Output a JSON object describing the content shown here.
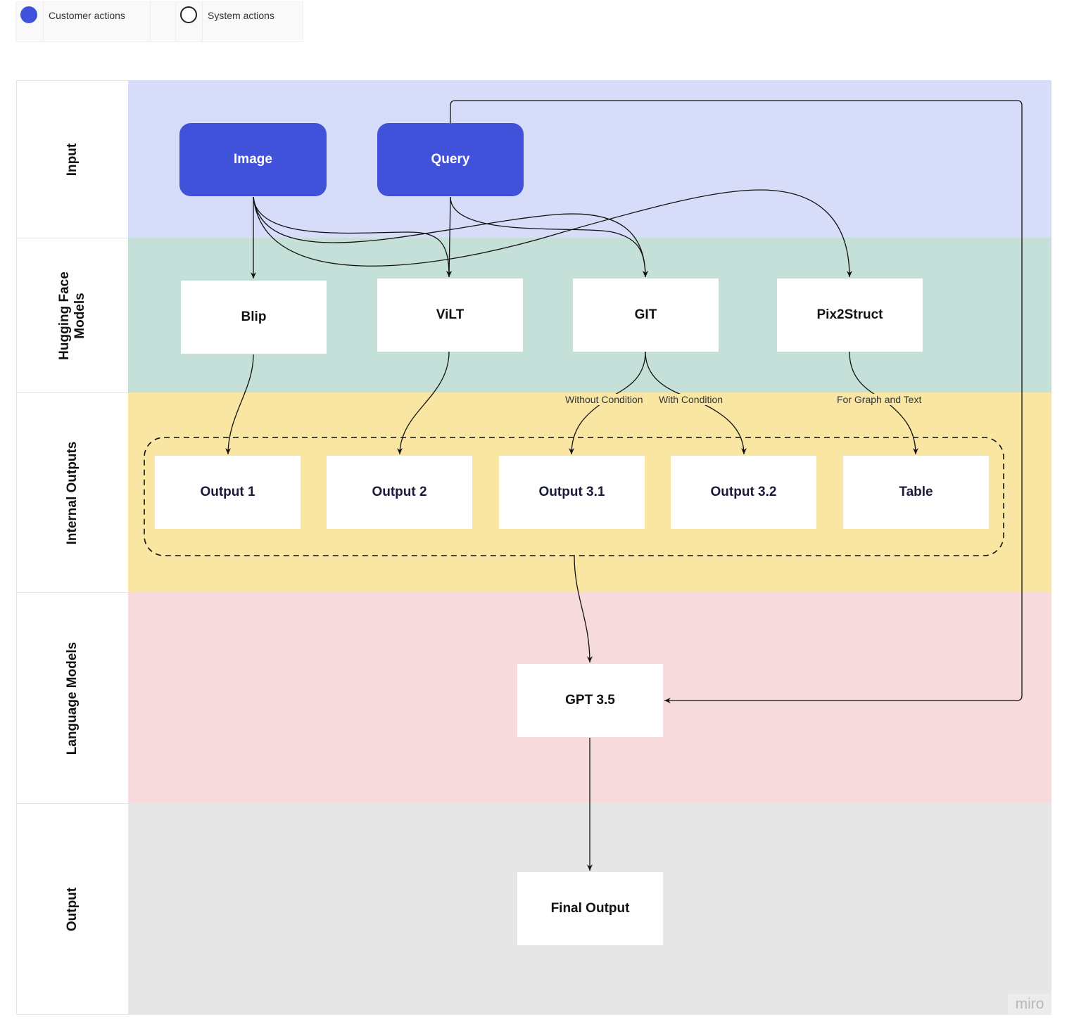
{
  "legend": {
    "customer_label": "Customer actions",
    "system_label": "System actions",
    "customer_color": "#4052da"
  },
  "lanes": [
    {
      "title": "Input",
      "color": "#d7dcf9"
    },
    {
      "title": "Hugging Face\nModels",
      "color": "#c5dfd9"
    },
    {
      "title": "Internal Outputs",
      "color": "#f9e6a3"
    },
    {
      "title": "Language Models",
      "color": "#f7dadb"
    },
    {
      "title": "Output",
      "color": "#e6e6e6"
    }
  ],
  "nodes": {
    "image": "Image",
    "query": "Query",
    "blip": "Blip",
    "vilt": "ViLT",
    "git": "GIT",
    "pix2struct": "Pix2Struct",
    "output1": "Output 1",
    "output2": "Output 2",
    "output31": "Output 3.1",
    "output32": "Output 3.2",
    "table": "Table",
    "gpt": "GPT 3.5",
    "final": "Final Output"
  },
  "edge_labels": {
    "without_condition": "Without Condition",
    "with_condition": "With Condition",
    "for_graph_and_text": "For Graph and Text"
  },
  "watermark": "miro"
}
